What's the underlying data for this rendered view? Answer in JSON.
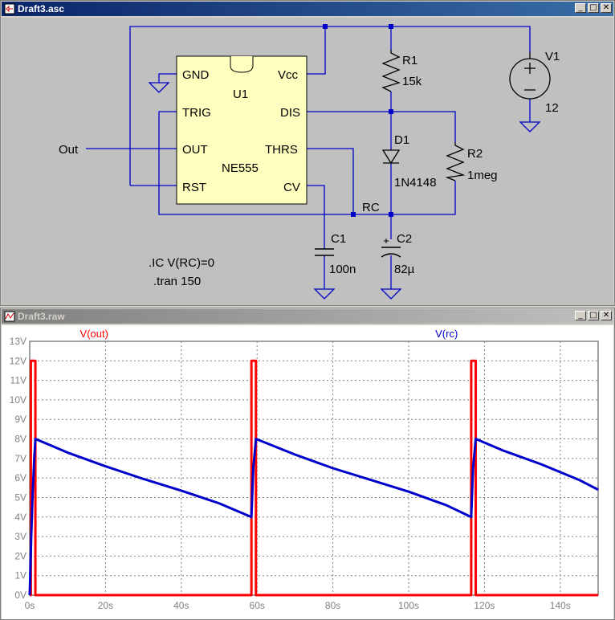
{
  "schematic_window": {
    "title": "Draft3.asc",
    "controls": [
      "_",
      "□",
      "✕"
    ],
    "labels": {
      "gnd": "GND",
      "vcc": "Vcc",
      "trig": "TRIG",
      "dis": "DIS",
      "out_pin": "OUT",
      "thrs": "THRS",
      "rst": "RST",
      "cv": "CV",
      "u1": "U1",
      "part": "NE555",
      "out_net": "Out",
      "rc_net": "RC",
      "r1_name": "R1",
      "r1_value": "15k",
      "d1_name": "D1",
      "d1_value": "1N4148",
      "r2_name": "R2",
      "r2_value": "1meg",
      "c1_name": "C1",
      "c1_value": "100n",
      "c2_name": "C2",
      "c2_value": "82µ",
      "v1_name": "V1",
      "v1_value": "12",
      "ic_directive": ".IC V(RC)=0",
      "tran_directive": ".tran 150"
    }
  },
  "waveform_window": {
    "title": "Draft3.raw",
    "controls": [
      "_",
      "□",
      "✕"
    ]
  },
  "chart_data": {
    "type": "line",
    "xlabel": "",
    "ylabel": "",
    "xlim": [
      0,
      150
    ],
    "ylim": [
      0,
      13
    ],
    "grid": true,
    "x_ticks": [
      "0s",
      "20s",
      "40s",
      "60s",
      "80s",
      "100s",
      "120s",
      "140s"
    ],
    "y_ticks": [
      "0V",
      "1V",
      "2V",
      "3V",
      "4V",
      "5V",
      "6V",
      "7V",
      "8V",
      "9V",
      "10V",
      "11V",
      "12V",
      "13V"
    ],
    "series": [
      {
        "name": "V(out)",
        "color": "#ff0000",
        "x": [
          0,
          0.3,
          0.3,
          1.5,
          1.5,
          58.5,
          58.5,
          59.7,
          59.7,
          116.5,
          116.5,
          117.7,
          117.7,
          150
        ],
        "y": [
          0,
          0,
          12,
          12,
          0,
          0,
          12,
          12,
          0,
          0,
          12,
          12,
          0,
          0
        ]
      },
      {
        "name": "V(rc)",
        "color": "#0000cc",
        "x": [
          0,
          0.4,
          0.8,
          1.2,
          1.5,
          10,
          20,
          30,
          40,
          50,
          58.5,
          59.0,
          59.7,
          70,
          80,
          90,
          100,
          110,
          116.5,
          117.0,
          117.7,
          125,
          135,
          145,
          150
        ],
        "y": [
          0,
          3.0,
          5.3,
          7.0,
          8.0,
          7.3,
          6.6,
          5.95,
          5.35,
          4.7,
          4.0,
          6.5,
          8.0,
          7.2,
          6.5,
          5.9,
          5.3,
          4.6,
          4.0,
          6.5,
          8.0,
          7.4,
          6.7,
          5.9,
          5.4
        ]
      }
    ]
  }
}
